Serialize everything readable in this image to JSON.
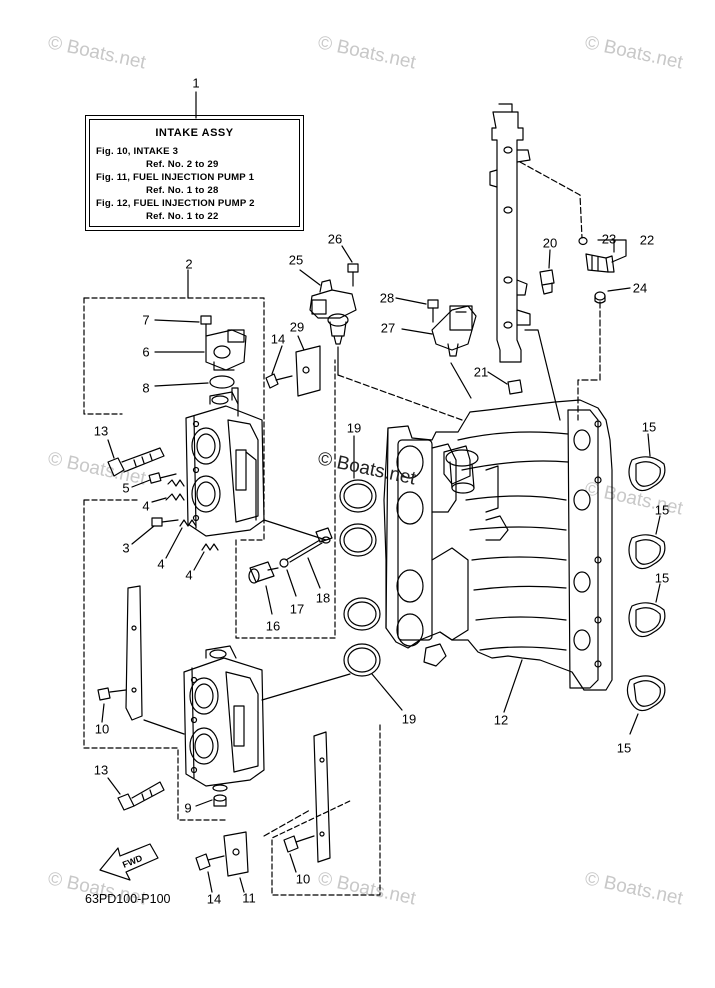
{
  "legend": {
    "ref_number": "1",
    "title": "INTAKE ASSY",
    "lines": [
      "Fig. 10, INTAKE 3",
      "Ref. No. 2 to 29",
      "Fig. 11, FUEL INJECTION PUMP 1",
      "Ref. No. 1 to 28",
      "Fig. 12, FUEL INJECTION PUMP 2",
      "Ref. No. 1 to 22"
    ]
  },
  "callouts": {
    "c2": "2",
    "c3": "3",
    "c4a": "4",
    "c4b": "4",
    "c4c": "4",
    "c5": "5",
    "c6": "6",
    "c7": "7",
    "c8": "8",
    "c9": "9",
    "c10a": "10",
    "c10b": "10",
    "c11": "11",
    "c12": "12",
    "c13a": "13",
    "c13b": "13",
    "c14a": "14",
    "c14b": "14",
    "c15a": "15",
    "c15b": "15",
    "c15c": "15",
    "c15d": "15",
    "c16": "16",
    "c17": "17",
    "c18": "18",
    "c19a": "19",
    "c19b": "19",
    "c20": "20",
    "c21": "21",
    "c22": "22",
    "c23": "23",
    "c24": "24",
    "c25": "25",
    "c26": "26",
    "c27": "27",
    "c28": "28",
    "c29": "29"
  },
  "fwd_label": "FWD",
  "page_code": "63PD100-P100",
  "watermark": "© Boats.net"
}
